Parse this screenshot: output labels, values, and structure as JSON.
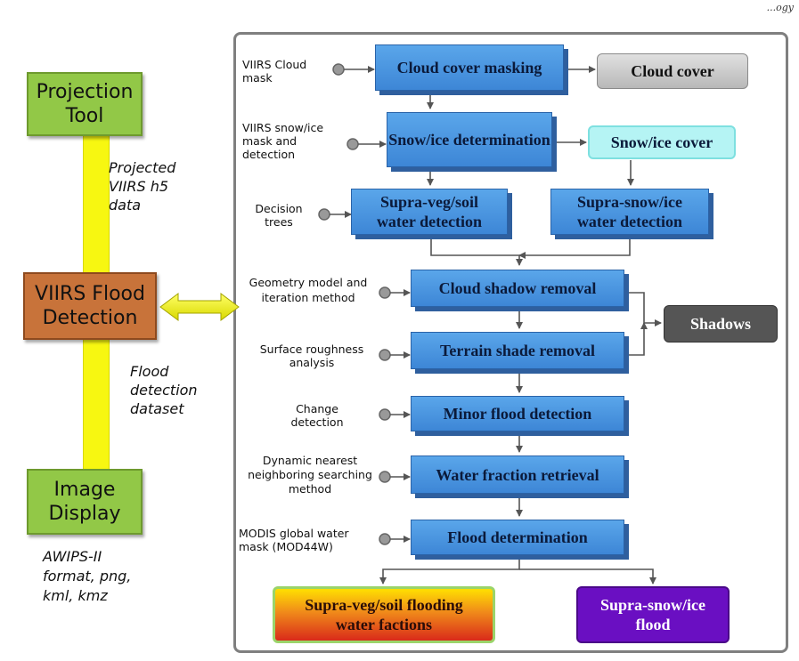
{
  "header": {
    "corner_text": "...ogy"
  },
  "left_column": {
    "projection_tool": "Projection Tool",
    "projected_data_label": "Projected VIIRS h5 data",
    "flood_detection": "VIIRS Flood Detection",
    "flood_dataset_label": "Flood detection dataset",
    "image_display": "Image Display",
    "output_formats": "AWIPS-II format, png, kml, kmz"
  },
  "flow": {
    "inputs": [
      "VIIRS Cloud mask",
      "VIIRS snow/ice mask and detection",
      "Decision trees",
      "Geometry model and iteration method",
      "Surface roughness analysis",
      "Change detection",
      "Dynamic nearest neighboring searching method",
      "MODIS global water mask (MOD44W)"
    ],
    "steps": [
      "Cloud cover masking",
      "Snow/ice determination",
      "Supra-veg/soil water detection",
      "Supra-snow/ice water detection",
      "Cloud shadow removal",
      "Terrain shade removal",
      "Minor flood detection",
      "Water fraction retrieval",
      "Flood determination"
    ],
    "outputs": {
      "cloud_cover": "Cloud cover",
      "snow_ice_cover": "Snow/ice cover",
      "shadows": "Shadows",
      "supra_veg_flood": "Supra-veg/soil flooding water factions",
      "supra_snow_flood": "Supra-snow/ice flood"
    }
  },
  "colors": {
    "process_blue": "#4a96e0",
    "green_box": "#92c847",
    "brown_box": "#c8733a",
    "yellow_bar": "#f7f711",
    "cloud_cover_gray": "#c9c9c9",
    "snow_ice_cyan": "#b5f4f4",
    "shadows_dark": "#555555",
    "supra_snow_purple": "#6a0fc2"
  }
}
